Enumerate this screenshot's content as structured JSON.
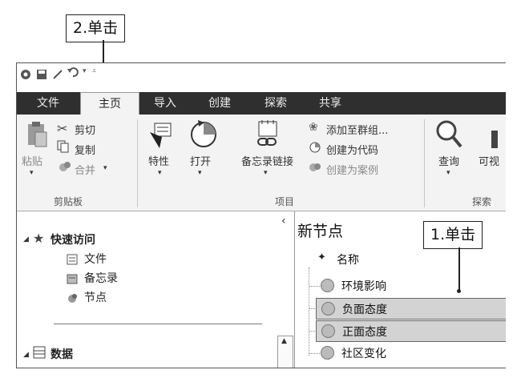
{
  "callouts": {
    "step2": "2.单击",
    "step1": "1.单击"
  },
  "tabs": [
    {
      "label": "文件"
    },
    {
      "label": "主页"
    },
    {
      "label": "导入"
    },
    {
      "label": "创建"
    },
    {
      "label": "探索"
    },
    {
      "label": "共享"
    }
  ],
  "ribbon": {
    "paste": "粘贴",
    "cut": "剪切",
    "copy": "复制",
    "merge": "合并",
    "clipboard_group": "剪贴板",
    "properties": "特性",
    "open": "打开",
    "memo_link": "备忘录链接",
    "add_to_group": "添加至群组...",
    "create_as_code": "创建为代码",
    "create_as_case": "创建为案例",
    "item_group": "项目",
    "query": "查询",
    "visualize_partial": "可视",
    "explore_group": "探索"
  },
  "nav": {
    "quick_access": "快速访问",
    "files": "文件",
    "memos": "备忘录",
    "nodes": "节点",
    "data": "数据",
    "collapse_glyph": "‹"
  },
  "detail": {
    "title": "新节点",
    "column_name": "名称",
    "rows": [
      "环境影响",
      "负面态度",
      "正面态度",
      "社区变化"
    ]
  }
}
